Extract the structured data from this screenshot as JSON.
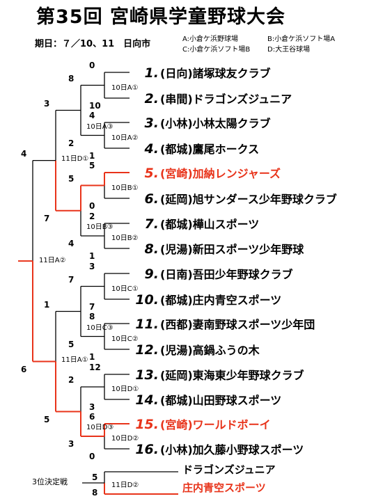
{
  "header": {
    "title": "第35回 宮崎県学童野球大会",
    "dates": "期日：７／10、11　日向市",
    "venues": [
      "A:小倉ケ浜野球場",
      "B:小倉ケ浜ソフト場A",
      "C:小倉ケ浜ソフト場B",
      "D:大王谷球場"
    ]
  },
  "teams": [
    {
      "no": "1.",
      "name": "(日向)諸塚球友クラブ"
    },
    {
      "no": "2.",
      "name": "(串間)ドラゴンズジュニア"
    },
    {
      "no": "3.",
      "name": "(小林)小林太陽クラブ"
    },
    {
      "no": "4.",
      "name": "(都城)鷹尾ホークス"
    },
    {
      "no": "5.",
      "name": "(宮崎)加納レンジャーズ"
    },
    {
      "no": "6.",
      "name": "(延岡)旭サンダース少年野球クラブ"
    },
    {
      "no": "7.",
      "name": "(都城)樺山スポーツ"
    },
    {
      "no": "8.",
      "name": "(児湯)新田スポーツ少年野球"
    },
    {
      "no": "9.",
      "name": "(日南)吾田少年野球クラブ"
    },
    {
      "no": "10.",
      "name": "(都城)庄内青空スポーツ"
    },
    {
      "no": "11.",
      "name": "(西都)妻南野球スポーツ少年団"
    },
    {
      "no": "12.",
      "name": "(児湯)高鍋ふうの木"
    },
    {
      "no": "13.",
      "name": "(延岡)東海東少年野球クラブ"
    },
    {
      "no": "14.",
      "name": "(都城)山田野球スポーツ"
    },
    {
      "no": "15.",
      "name": "(宮崎)ワールドボーイ"
    },
    {
      "no": "16.",
      "name": "(小林)加久藤小野球スポーツ"
    }
  ],
  "games": [
    {
      "label": "10日A①",
      "top": "0",
      "bottom": "10"
    },
    {
      "label": "10日A②",
      "top": "4",
      "bottom": "1"
    },
    {
      "label": "10日B①",
      "top": "5",
      "bottom": "0"
    },
    {
      "label": "10日B②",
      "top": "2",
      "bottom": "1"
    },
    {
      "label": "10日C①",
      "top": "3",
      "bottom": "7"
    },
    {
      "label": "10日C②",
      "top": "8",
      "bottom": "1"
    },
    {
      "label": "10日D①",
      "top": "12",
      "bottom": "3"
    },
    {
      "label": "10日D②",
      "top": "6",
      "bottom": "0"
    },
    {
      "label": "10日A③",
      "top": "8",
      "bottom": "2"
    },
    {
      "label": "10日B③",
      "top": "5",
      "bottom": "4"
    },
    {
      "label": "10日C③",
      "top": "7",
      "bottom": "5"
    },
    {
      "label": "10日D③",
      "top": "2",
      "bottom": "3"
    },
    {
      "label": "11日D①",
      "top": "3",
      "bottom": "7"
    },
    {
      "label": "11日A①",
      "top": "1",
      "bottom": "5"
    },
    {
      "label": "11日A②",
      "top": "4",
      "bottom": "6"
    }
  ],
  "third_place": {
    "label": "3位決定戦",
    "game_label": "11日D②",
    "top_score": "5",
    "bottom_score": "8",
    "top_team": "ドラゴンズジュニア",
    "bottom_team": "庄内青空スポーツ"
  },
  "colors": {
    "winner": "#e8331a",
    "line": "#000000"
  }
}
